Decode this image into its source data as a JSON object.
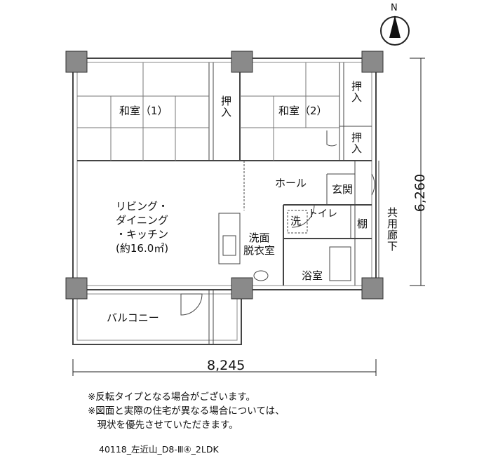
{
  "compass": {
    "north": "N"
  },
  "rooms": {
    "washitsu1": "和室（1）",
    "oshiire_a": "押入",
    "washitsu2": "和室（2）",
    "oshiire_b": "押入",
    "oshiire_c": "押入",
    "hall": "ホール",
    "genkan": "玄関",
    "toilet": "トイレ",
    "sen": "洗",
    "tana": "棚",
    "ldk_line1": "リビング・",
    "ldk_line2": "ダイニング",
    "ldk_line3": "・キッチン",
    "ldk_line4": "(約16.0㎡)",
    "senmen_line1": "洗面",
    "senmen_line2": "脱衣室",
    "yokushitsu": "浴室",
    "balcony": "バルコニー",
    "corridor": "共用廊下"
  },
  "dimensions": {
    "width": "8,245",
    "height": "6,260"
  },
  "notes": [
    "※反転タイプとなる場合がございます。",
    "※図面と実際の住宅が異なる場合については、",
    "　現状を優先させていただきます。"
  ],
  "caption": "40118_左近山_D8-Ⅲ④_2LDK"
}
